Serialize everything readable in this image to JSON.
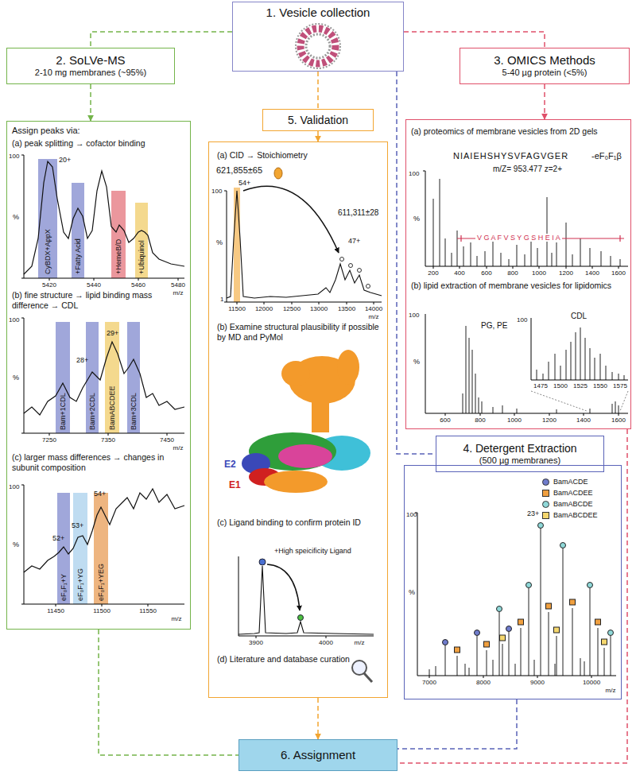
{
  "diagram": {
    "nodes": [
      {
        "text": [
          "1. Vesicle collection"
        ]
      },
      {
        "text": [
          "2. SoLVe-MS",
          "2-10 mg membranes (~95%)"
        ]
      },
      {
        "text": [
          "3. OMICS Methods",
          "5-40 µg protein (<5%)"
        ]
      },
      {
        "text": [
          "5. Validation"
        ]
      },
      {
        "text": [
          "Assign peaks via:",
          "(a) peak splitting → cofactor binding",
          "(b) fine structure → lipid binding mass difference → CDL",
          "(c) larger mass differences → changes in subunit composition"
        ]
      },
      {
        "text": [
          "(a) CID → Stoichiometry",
          "(b) Examine structural plausibility if possible by MD and PyMol",
          "(c) Ligand binding to confirm protein ID",
          "(d) Literature and database curation"
        ]
      },
      {
        "text": [
          "(a) proteomics of membrane vesicles from 2D gels",
          "(b) lipid extraction of membrane vesicles for lipidomics"
        ]
      },
      {
        "text": [
          "4. Detergent Extraction",
          "(500 µg membranes)"
        ]
      },
      {
        "text": [
          "23+"
        ]
      },
      {
        "text": [
          "6. Assignment"
        ]
      }
    ],
    "edges": [
      {
        "from": 0,
        "to": 1,
        "arrow": "none"
      },
      {
        "from": 1,
        "to": 4,
        "arrow": "to"
      },
      {
        "from": 0,
        "to": 2,
        "arrow": "none"
      },
      {
        "from": 2,
        "to": 6,
        "arrow": "to"
      },
      {
        "from": 0,
        "to": 3,
        "arrow": "none"
      },
      {
        "from": 3,
        "to": 5,
        "arrow": "to"
      },
      {
        "from": 0,
        "to": 7,
        "arrow": "none"
      },
      {
        "from": 4,
        "to": 9,
        "arrow": "none"
      },
      {
        "from": 5,
        "to": 9,
        "arrow": "to"
      },
      {
        "from": 8,
        "to": 9,
        "arrow": "none"
      },
      {
        "from": 6,
        "to": 9,
        "arrow": "none"
      }
    ],
    "labels": [
      "100",
      "%",
      "20+",
      "CyBDX+AppX",
      "+Fatty Acid",
      "+HemeB/D",
      "+Ubiquinol",
      "5420",
      "5440",
      "5460",
      "5480",
      "m/z",
      "100",
      "%",
      "28+",
      "29+",
      "Bam+1CDL",
      "Bam+2CDL",
      "BamABCDEE",
      "Bam+3CDL",
      "7250",
      "7350",
      "7450",
      "m/z",
      "100",
      "%",
      "52+",
      "53+",
      "54+",
      "eF₀F₁+Y",
      "eF₀F₁+YG",
      "eF₀F₁+YEG",
      "11450",
      "11500",
      "11550",
      "m/z",
      "621,855±65",
      "54+",
      "611,311±28",
      "47+",
      "100",
      "%",
      "1",
      "11500",
      "12000",
      "12500",
      "13000",
      "13500",
      "14000",
      "m/z",
      "E2",
      "E1",
      "+High speicificity Ligand",
      "3900",
      "4000",
      "m/z",
      "NIAIEHSHYSVFAGVGER",
      "-eF₀F₁β",
      "m/Z= 953.477 z=2+",
      "V G A F V S Y G S H E I A",
      "100",
      "%",
      "200",
      "400",
      "600",
      "800",
      "1000",
      "1200",
      "1400",
      "1600",
      "PG, PE",
      "CDL",
      "100",
      "%",
      "100",
      "600",
      "800",
      "1000",
      "1200",
      "1400",
      "1600",
      "1475",
      "1500",
      "1525",
      "1550",
      "1575",
      "100",
      "%",
      "7000",
      "8000",
      "9000",
      "10000",
      "m/z"
    ],
    "legend": [
      {
        "text": "BamACDE",
        "color": "#6f7ccc"
      },
      {
        "text": "BamACDEE",
        "color": "#f0a040"
      },
      {
        "text": "BamABCDE",
        "color": "#8fd8d8"
      },
      {
        "text": "BamABCDEE",
        "color": "#f5d76e"
      }
    ]
  }
}
